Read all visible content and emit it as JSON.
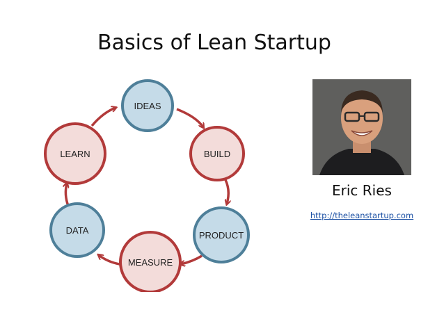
{
  "slide": {
    "title": "Basics of Lean Startup"
  },
  "cycle": {
    "nodes": [
      {
        "id": "ideas",
        "label": "IDEAS",
        "color": "#c5dbe8",
        "stroke": "#4e7f99"
      },
      {
        "id": "build",
        "label": "BUILD",
        "color": "#f3dcda",
        "stroke": "#b23a3a"
      },
      {
        "id": "product",
        "label": "PRODUCT",
        "color": "#c5dbe8",
        "stroke": "#4e7f99"
      },
      {
        "id": "measure",
        "label": "MEASURE",
        "color": "#f3dcda",
        "stroke": "#b23a3a"
      },
      {
        "id": "data",
        "label": "DATA",
        "color": "#c5dbe8",
        "stroke": "#4e7f99"
      },
      {
        "id": "learn",
        "label": "LEARN",
        "color": "#f3dcda",
        "stroke": "#b23a3a"
      }
    ],
    "arrow_color": "#b23a3a"
  },
  "person": {
    "photo_icon": "portrait-photo",
    "name": "Eric Ries",
    "link": "http://theleanstartup.com"
  }
}
